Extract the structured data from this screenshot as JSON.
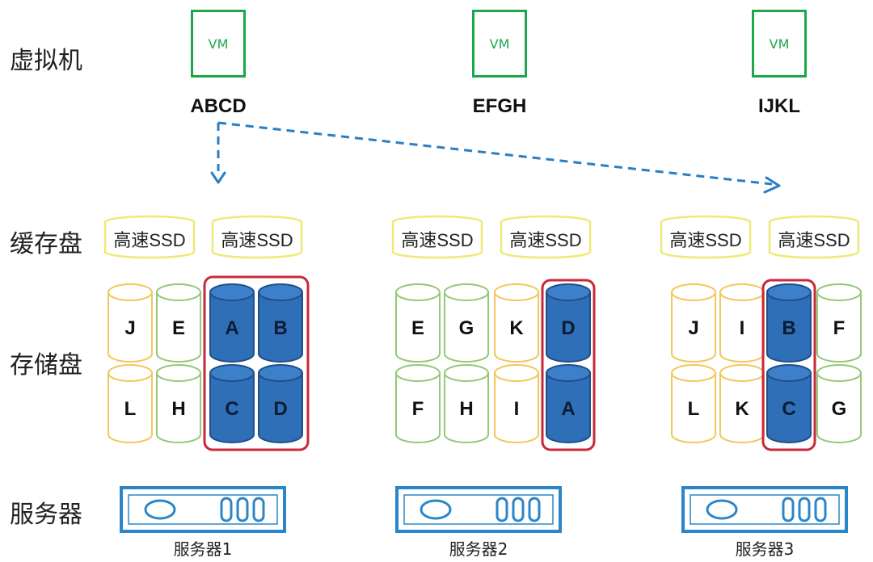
{
  "row_labels": {
    "vm": "虚拟机",
    "cache": "缓存盘",
    "storage": "存储盘",
    "server": "服务器"
  },
  "vms": [
    {
      "box_text": "VM",
      "name": "ABCD"
    },
    {
      "box_text": "VM",
      "name": "EFGH"
    },
    {
      "box_text": "VM",
      "name": "IJKL"
    }
  ],
  "ssd_label": "高速SSD",
  "servers": [
    {
      "name": "服务器1",
      "storage_columns": [
        {
          "top": "J",
          "bottom": "L",
          "kind": "yellow"
        },
        {
          "top": "E",
          "bottom": "H",
          "kind": "green"
        },
        {
          "top": "A",
          "bottom": "C",
          "kind": "blue"
        },
        {
          "top": "B",
          "bottom": "D",
          "kind": "blue"
        }
      ]
    },
    {
      "name": "服务器2",
      "storage_columns": [
        {
          "top": "E",
          "bottom": "F",
          "kind": "green"
        },
        {
          "top": "G",
          "bottom": "H",
          "kind": "green"
        },
        {
          "top": "K",
          "bottom": "I",
          "kind": "yellow"
        },
        {
          "top": "D",
          "bottom": "A",
          "kind": "blue"
        }
      ]
    },
    {
      "name": "服务器3",
      "storage_columns": [
        {
          "top": "J",
          "bottom": "L",
          "kind": "yellow"
        },
        {
          "top": "I",
          "bottom": "K",
          "kind": "yellow"
        },
        {
          "top": "B",
          "bottom": "C",
          "kind": "blue"
        },
        {
          "top": "F",
          "bottom": "G",
          "kind": "green"
        }
      ]
    }
  ],
  "server_icon": {
    "light_count": 3
  },
  "colors": {
    "vm_green": "#1aa84a",
    "ssd_yellow": "#f0e878",
    "disk_yellow": "#f2c75c",
    "disk_green": "#93c978",
    "disk_blue_fill": "#2f6fb8",
    "disk_blue_dark": "#1f4f8c",
    "highlight_red": "#c8283a",
    "server_blue": "#2a86c8",
    "arrow_blue": "#2a7fc4"
  }
}
